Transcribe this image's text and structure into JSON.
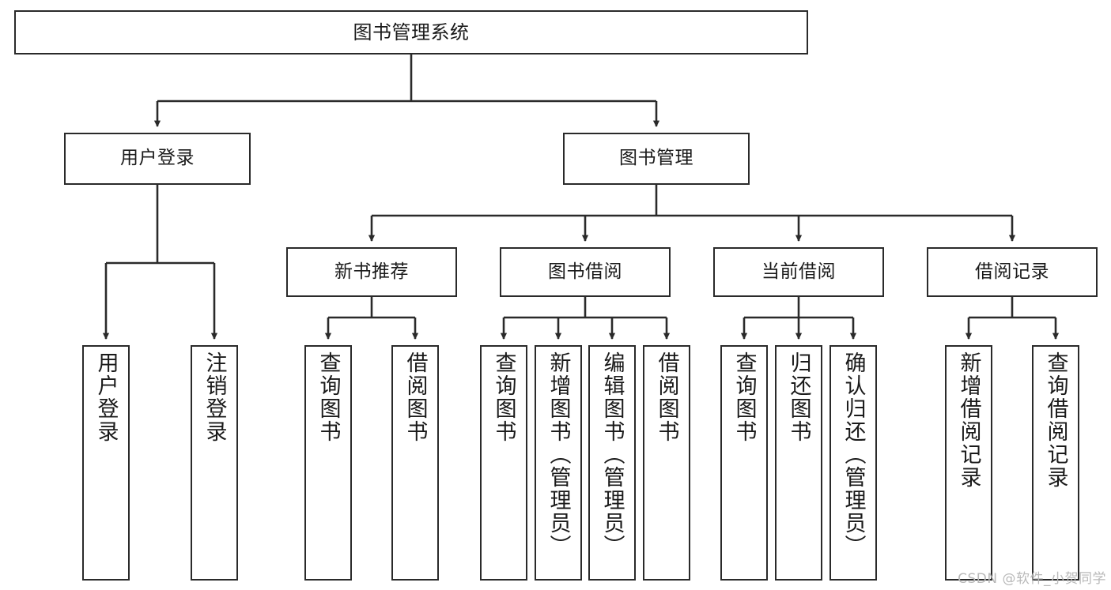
{
  "diagram": {
    "title": "图书管理系统",
    "type": "tree-hierarchy-diagram",
    "colors": {
      "stroke": "#2a2a2a",
      "fill": "#ffffff",
      "text": "#1a1a1a",
      "watermark": "#b9b9b9"
    },
    "watermark": "CSDN @软件_小贺同学",
    "nodes": {
      "root": {
        "label": "图书管理系统"
      },
      "level2": [
        {
          "id": "user-login",
          "label": "用户登录"
        },
        {
          "id": "book-management",
          "label": "图书管理"
        }
      ],
      "level3": [
        {
          "id": "new-book-recommend",
          "label": "新书推荐"
        },
        {
          "id": "book-borrow",
          "label": "图书借阅"
        },
        {
          "id": "current-borrow",
          "label": "当前借阅"
        },
        {
          "id": "borrow-record",
          "label": "借阅记录"
        }
      ],
      "leaves": {
        "user_login": [
          {
            "id": "leaf-user-login",
            "label": "用户登录"
          },
          {
            "id": "leaf-logout-login",
            "label": "注销登录"
          }
        ],
        "new_book_recommend": [
          {
            "id": "leaf-query-book-1",
            "label": "查询图书"
          },
          {
            "id": "leaf-borrow-book-1",
            "label": "借阅图书"
          }
        ],
        "book_borrow": [
          {
            "id": "leaf-query-book-2",
            "label": "查询图书"
          },
          {
            "id": "leaf-add-book",
            "label": "新增图书（管理员）"
          },
          {
            "id": "leaf-edit-book",
            "label": "编辑图书（管理员）"
          },
          {
            "id": "leaf-borrow-book-2",
            "label": "借阅图书"
          }
        ],
        "current_borrow": [
          {
            "id": "leaf-query-book-3",
            "label": "查询图书"
          },
          {
            "id": "leaf-return-book",
            "label": "归还图书"
          },
          {
            "id": "leaf-confirm-return",
            "label": "确认归还（管理员）"
          }
        ],
        "borrow_record": [
          {
            "id": "leaf-add-borrow-record",
            "label": "新增借阅记录"
          },
          {
            "id": "leaf-query-borrow-record",
            "label": "查询借阅记录"
          }
        ]
      }
    }
  }
}
